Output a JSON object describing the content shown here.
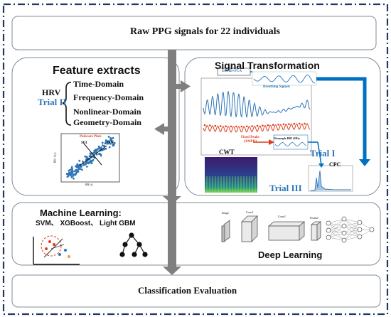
{
  "colors": {
    "frame_dash": "#1f3864",
    "box_border": "#7f8c99",
    "arrow": "#7f7f7f",
    "signal_blue": "#2e75b6",
    "trial": "#2e75b6",
    "red": "#e03c1f",
    "bright_blue": "#0070c0"
  },
  "boxes": {
    "raw": {
      "title": "Raw PPG signals for 22 individuals"
    },
    "features": {
      "title": "Feature extracts",
      "hrv": "HRV",
      "trial": "Trial II",
      "domains": [
        "Time-Domain",
        "Frequency-Domain",
        "Nonlinear-Domain",
        "Geometry-Domain"
      ],
      "poincare": {
        "title": "Poincare Plots",
        "sd1": "SD1",
        "sd2": "SD2",
        "xlabel": "RR (s)",
        "ylabel": "RR+1 (s)"
      }
    },
    "transform": {
      "title": "Signal Transformation",
      "eemd": "EEMD+PCA",
      "breathing": "Breathing Signals",
      "fixed_peaks": "Fixed Peaks\n(AMPD)",
      "resample": "Resample RRI (3Hz)",
      "cwt": "CWT",
      "cpc": "CPC",
      "trial1": "Trial I",
      "trial3": "Trial III"
    },
    "ml": {
      "title": "Machine Learning:",
      "models": "SVM、 XGBoost、 Light GBM"
    },
    "dl": {
      "title": "Deep Learning",
      "layers": [
        "Image",
        "Conv1",
        "Conv2",
        "Feature"
      ]
    },
    "evaluation": {
      "title": "Classification  Evaluation"
    }
  }
}
